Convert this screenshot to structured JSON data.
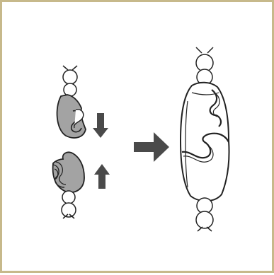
{
  "diagram": {
    "colors": {
      "frame": "#c7b98b",
      "line": "#222222",
      "shell_fill": "#a3a3a3",
      "arrow": "#4a4a4a",
      "background": "#ffffff"
    },
    "parts": [
      "top-half-shell",
      "bottom-half-shell",
      "assembled-clasp"
    ],
    "arrows": [
      "down-arrow",
      "up-arrow",
      "right-arrow"
    ]
  }
}
